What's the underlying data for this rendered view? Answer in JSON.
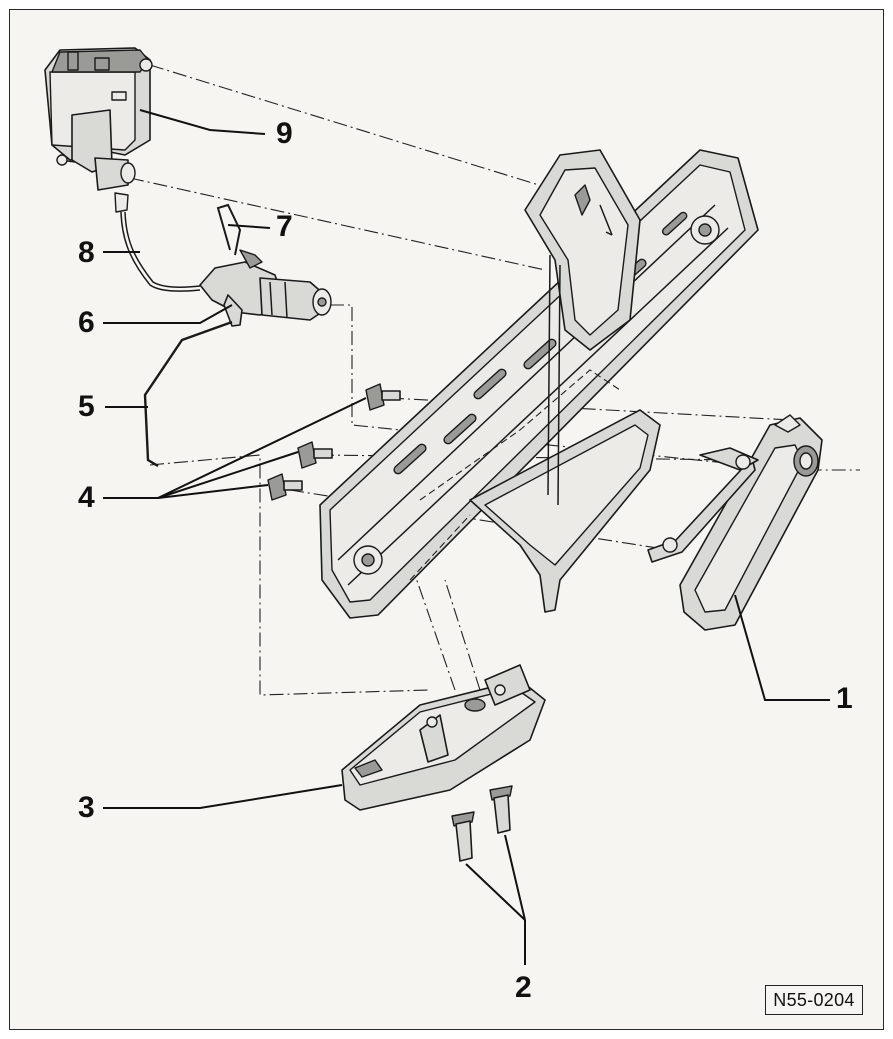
{
  "figure": {
    "reference_code": "N55-0204",
    "callouts": [
      {
        "id": "1",
        "label": "1"
      },
      {
        "id": "2",
        "label": "2"
      },
      {
        "id": "3",
        "label": "3"
      },
      {
        "id": "4",
        "label": "4"
      },
      {
        "id": "5",
        "label": "5"
      },
      {
        "id": "6",
        "label": "6"
      },
      {
        "id": "7",
        "label": "7"
      },
      {
        "id": "8",
        "label": "8"
      },
      {
        "id": "9",
        "label": "9"
      }
    ]
  },
  "colors": {
    "line": "#1a1a1a",
    "part_fill": "#d9d9d6",
    "part_light": "#ecebe7",
    "part_dark": "#8e8e8a",
    "background": "#f6f5f1"
  },
  "icons": [
    "door-lock-motor-icon",
    "locking-cylinder-icon",
    "lock-latch-icon",
    "door-handle-icon",
    "screw-icon",
    "rod-icon",
    "spring-clip-icon",
    "mounting-bracket-icon"
  ]
}
